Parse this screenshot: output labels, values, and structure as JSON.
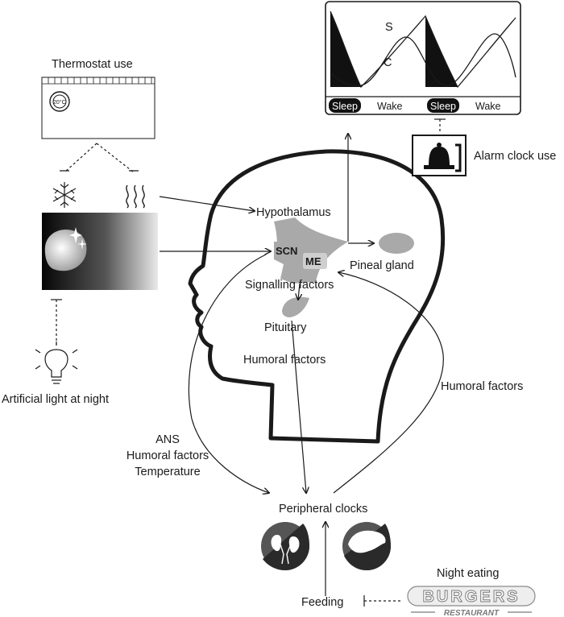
{
  "labels": {
    "thermostat_use": "Thermostat use",
    "thermostat_reading": "20°C",
    "hypothalamus": "Hypothalamus",
    "scn": "SCN",
    "me": "ME",
    "pineal_gland": "Pineal gland",
    "signalling_factors": "Signalling factors",
    "pituitary": "Pituitary",
    "humoral_factors_center": "Humoral factors",
    "humoral_factors_right": "Humoral factors",
    "ans": "ANS",
    "humoral_factors_left": "Humoral factors",
    "temperature": "Temperature",
    "peripheral_clocks": "Peripheral clocks",
    "feeding": "Feeding",
    "night_eating": "Night eating",
    "artificial_light": "Artificial light at night",
    "alarm_clock_use": "Alarm clock use",
    "burgers_sign": "BURGERS",
    "restaurant_sign": "RESTAURANT"
  },
  "sleep_chart": {
    "curve_s": "S",
    "curve_c": "C",
    "phases": [
      "Sleep",
      "Wake",
      "Sleep",
      "Wake"
    ]
  },
  "icons": {
    "thermostat": "thermostat-icon",
    "snowflake": "snowflake-icon",
    "heat": "heat-waves-icon",
    "night_sky": "night-sky-icon",
    "bulb": "light-bulb-icon",
    "alarm": "alarm-bell-icon",
    "kidney": "kidney-organ-icon",
    "liver": "liver-organ-icon"
  },
  "colors": {
    "ink": "#1a1a1a",
    "organ_gray": "#a9a9a9"
  }
}
